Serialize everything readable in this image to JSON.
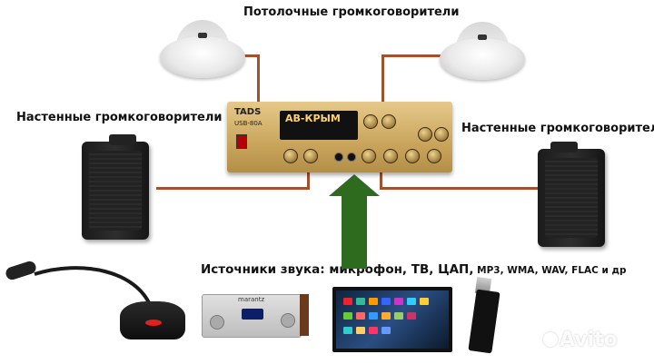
{
  "labels": {
    "ceiling_speakers": "Потолочные громкоговорители",
    "wall_speakers_left": "Настенные громкоговорители",
    "wall_speakers_right": "Настенные громкоговорители",
    "sources_main": "Источники звука: микрофон, ТВ, ЦАП,",
    "sources_formats": " MP3, WMA, WAV, FLAC и др"
  },
  "amplifier": {
    "brand": "TADS",
    "model": "USB-80A",
    "display": "АВ-КРЫМ"
  },
  "devices": {
    "amp_brand": "marantz"
  },
  "watermark": "Avito",
  "colors": {
    "cable": "#a0522d",
    "arrow": "#2e6b1e"
  }
}
